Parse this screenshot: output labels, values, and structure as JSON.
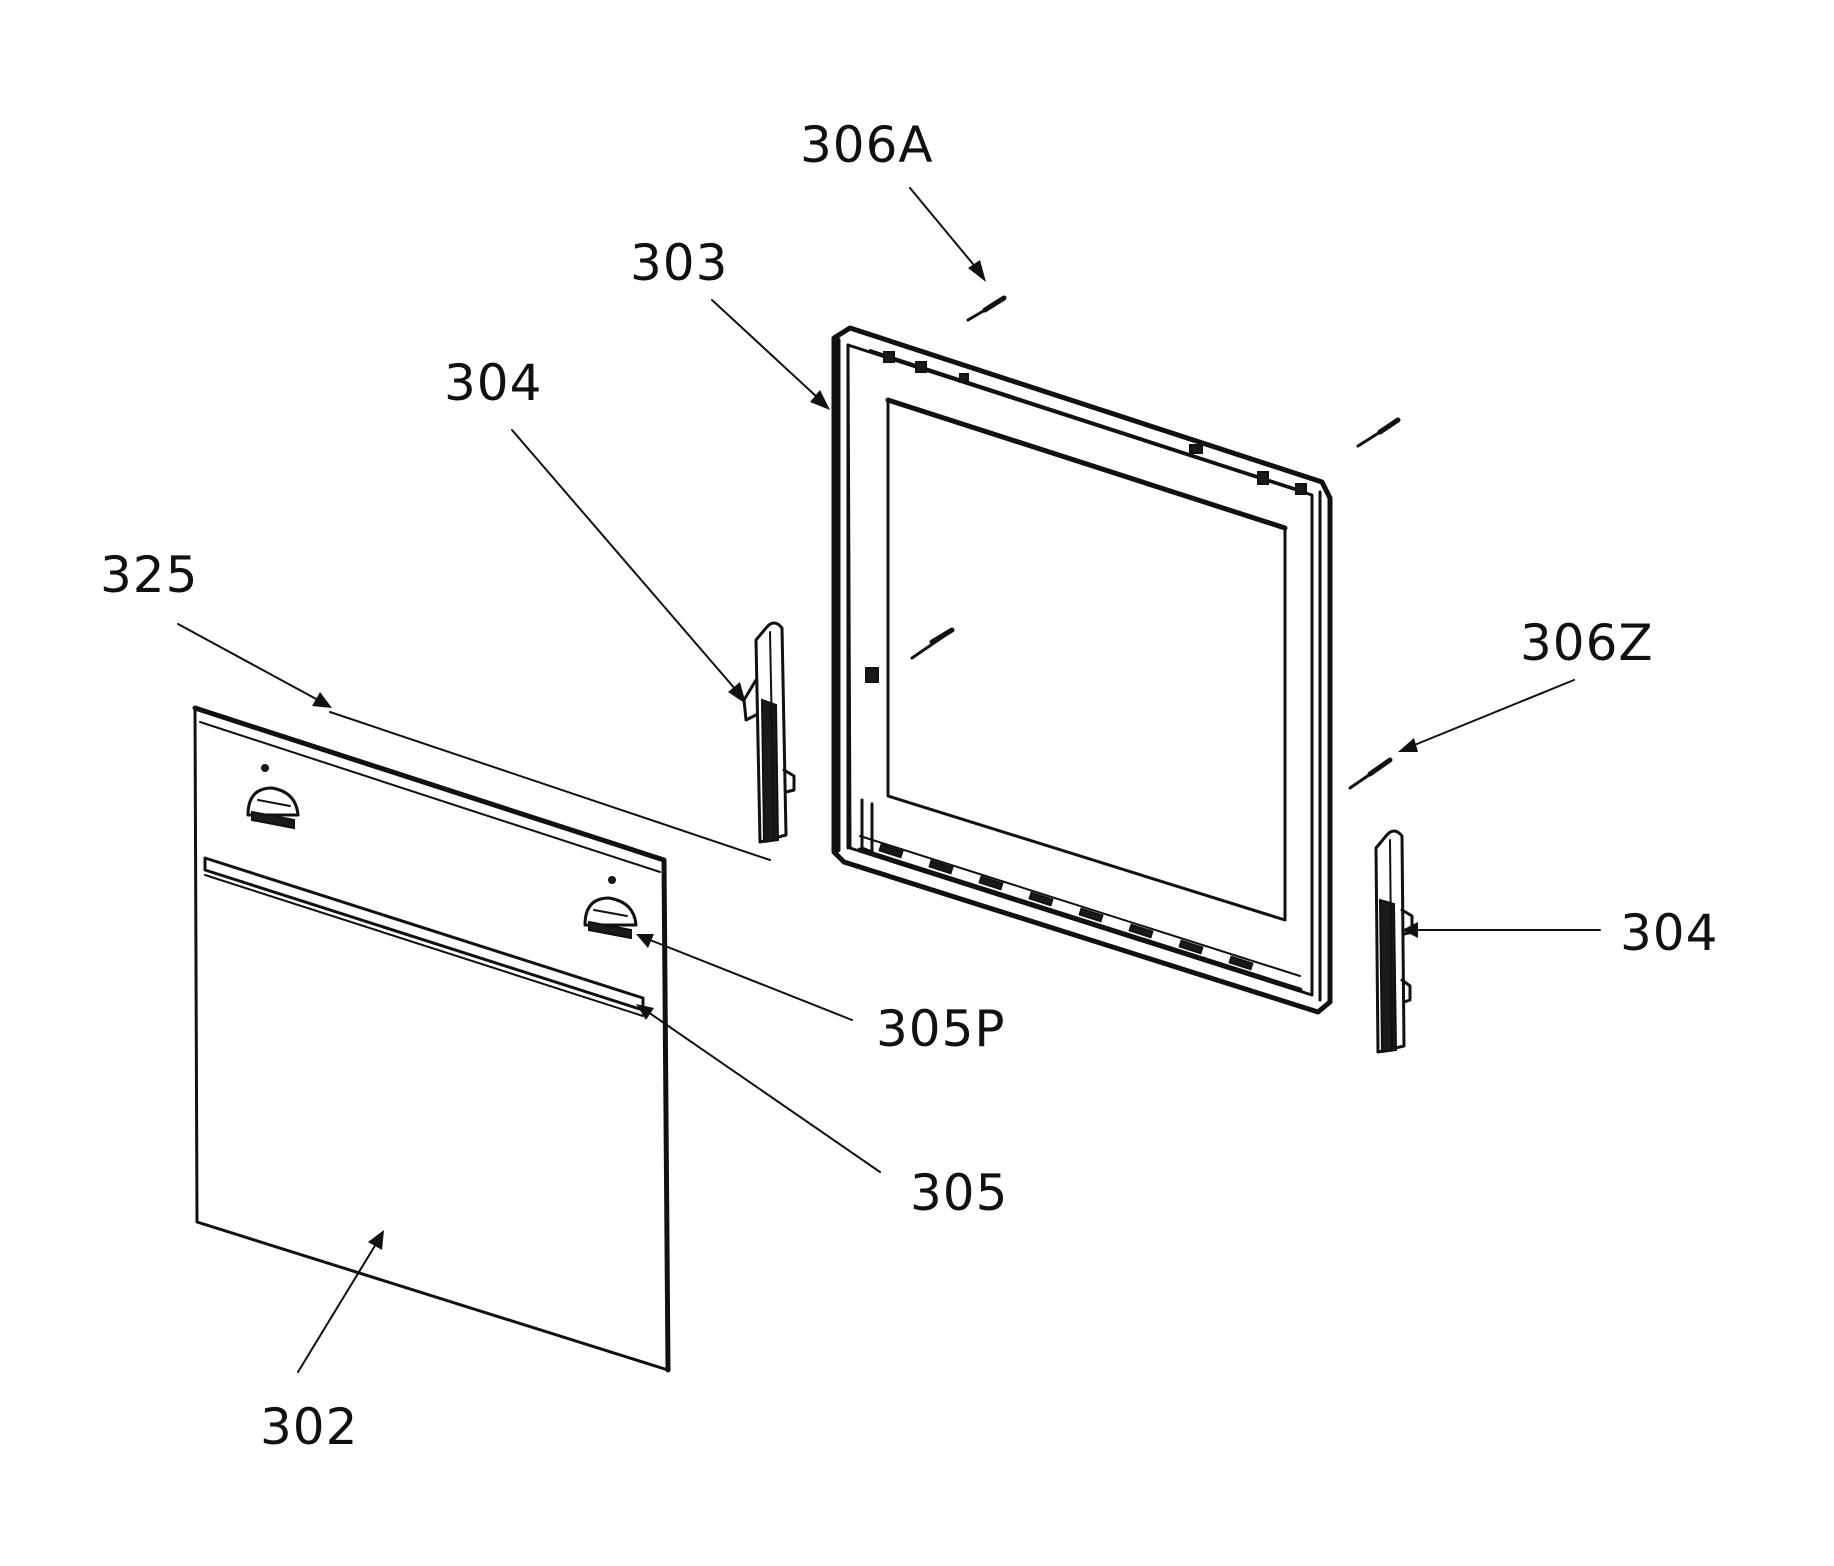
{
  "labels": {
    "l306A": "306A",
    "l303": "303",
    "l304_left": "304",
    "l325": "325",
    "l306Z": "306Z",
    "l304_right": "304",
    "l305P": "305P",
    "l305": "305",
    "l302": "302"
  },
  "colors": {
    "ink": "#111111",
    "background": "#ffffff"
  }
}
